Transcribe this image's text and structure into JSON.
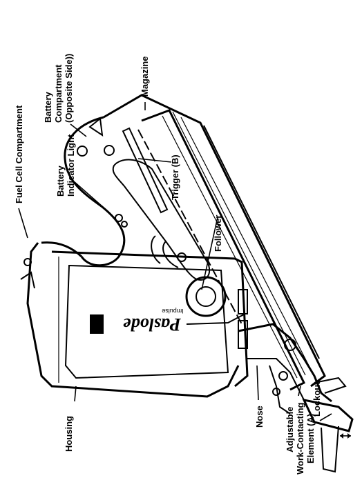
{
  "diagram": {
    "labels": {
      "fuel_cell_compartment": "Fuel Cell Compartment",
      "battery_indicator_light_1": "Battery",
      "battery_indicator_light_2": "Indicator Light",
      "battery_compartment_1": "Battery",
      "battery_compartment_2": "Compartment",
      "battery_compartment_3": "(Opposite Side))",
      "magazine": "Magazine",
      "trigger": "Trigger (B)",
      "follower": "Follower",
      "lockout": "Lockout",
      "housing": "Housing",
      "nose": "Nose",
      "adjustable_1": "Adjustable",
      "adjustable_2": "Work-Contacting",
      "adjustable_3": "Element (A)"
    },
    "brand": {
      "logo_text": "Paslode",
      "logo_subtext": "Impulse"
    }
  }
}
